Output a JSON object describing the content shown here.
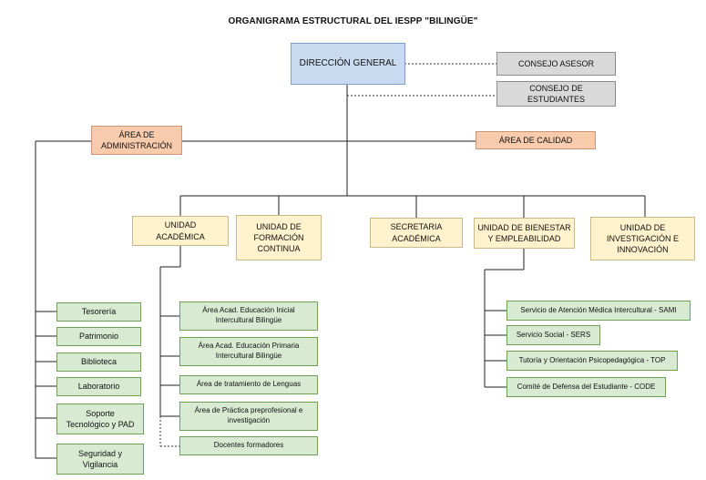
{
  "title": "ORGANIGRAMA ESTRUCTURAL DEL IESPP \"BILINGÜE\"",
  "direccion_general": "DIRECCIÓN GENERAL",
  "consejo_asesor": "CONSEJO ASESOR",
  "consejo_estudiantes": "CONSEJO DE ESTUDIANTES",
  "area_administracion": [
    "ÁREA DE",
    "ADMINISTRACIÓN"
  ],
  "area_calidad": "ÁREA DE CALIDAD",
  "units": {
    "academica": [
      "UNIDAD",
      "ACADÉMICA"
    ],
    "formacion": [
      "UNIDAD DE",
      "FORMACIÓN",
      "CONTINUA"
    ],
    "secretaria": [
      "SECRETARIA",
      "ACADÉMICA"
    ],
    "bienestar": [
      "UNIDAD DE BIENESTAR",
      "Y EMPLEABILIDAD"
    ],
    "investigacion": [
      "UNIDAD DE",
      "INVESTIGACIÓN E",
      "INNOVACIÓN"
    ]
  },
  "admin_items": [
    [
      "Tesorería"
    ],
    [
      "Patrimonio"
    ],
    [
      "Biblioteca"
    ],
    [
      "Laboratorio"
    ],
    [
      "Soporte",
      "Tecnológico y PAD"
    ],
    [
      "Seguridad y",
      "Vigilancia"
    ]
  ],
  "academica_items": [
    [
      "Área Acad. Educación Inicial",
      "Intercultural Bilingüe"
    ],
    [
      "Área Acad. Educación Primaria",
      "Intercultural Bilingüe"
    ],
    [
      "Área de tratamiento de Lenguas"
    ],
    [
      "Área de Práctica preprofesional e",
      "investigación"
    ],
    [
      "Docentes formadores"
    ]
  ],
  "bienestar_items": [
    [
      "Servicio de Atención Médica Intercultural - SAMI"
    ],
    [
      "Servicio Social - SERS"
    ],
    [
      "Tutoría y Orientación Psicopedagógica - TOP"
    ],
    [
      "Comité de Defensa del Estudiante - CODE"
    ]
  ]
}
